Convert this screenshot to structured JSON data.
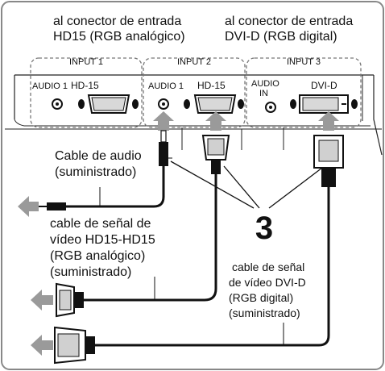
{
  "top_labels": {
    "left_line1": "al conector de entrada",
    "left_line2": "HD15 (RGB analógico)",
    "right_line1": "al conector de entrada",
    "right_line2": "DVI-D (RGB digital)"
  },
  "inputs": {
    "input1": {
      "title": "INPUT 1",
      "audio": "AUDIO 1",
      "port": "HD-15"
    },
    "input2": {
      "title": "INPUT 2",
      "audio": "AUDIO 1",
      "port": "HD-15"
    },
    "input3": {
      "title": "INPUT 3",
      "audio_line1": "AUDIO",
      "audio_line2": "IN",
      "port": "DVI-D"
    }
  },
  "cables": {
    "audio_line1": "Cable de audio",
    "audio_line2": "(suministrado)",
    "hd15_line1": "cable de señal de",
    "hd15_line2": "vídeo HD15-HD15",
    "hd15_line3": "(RGB analógico)",
    "hd15_line4": "(suministrado)",
    "dvi_line1": "cable de señal",
    "dvi_line2": "de vídeo DVI-D",
    "dvi_line3": "(RGB digital)",
    "dvi_line4": "(suministrado)"
  },
  "step_number": "3",
  "colors": {
    "frame": "#888888",
    "arrow": "#9a9a9a",
    "ink": "#111111"
  }
}
